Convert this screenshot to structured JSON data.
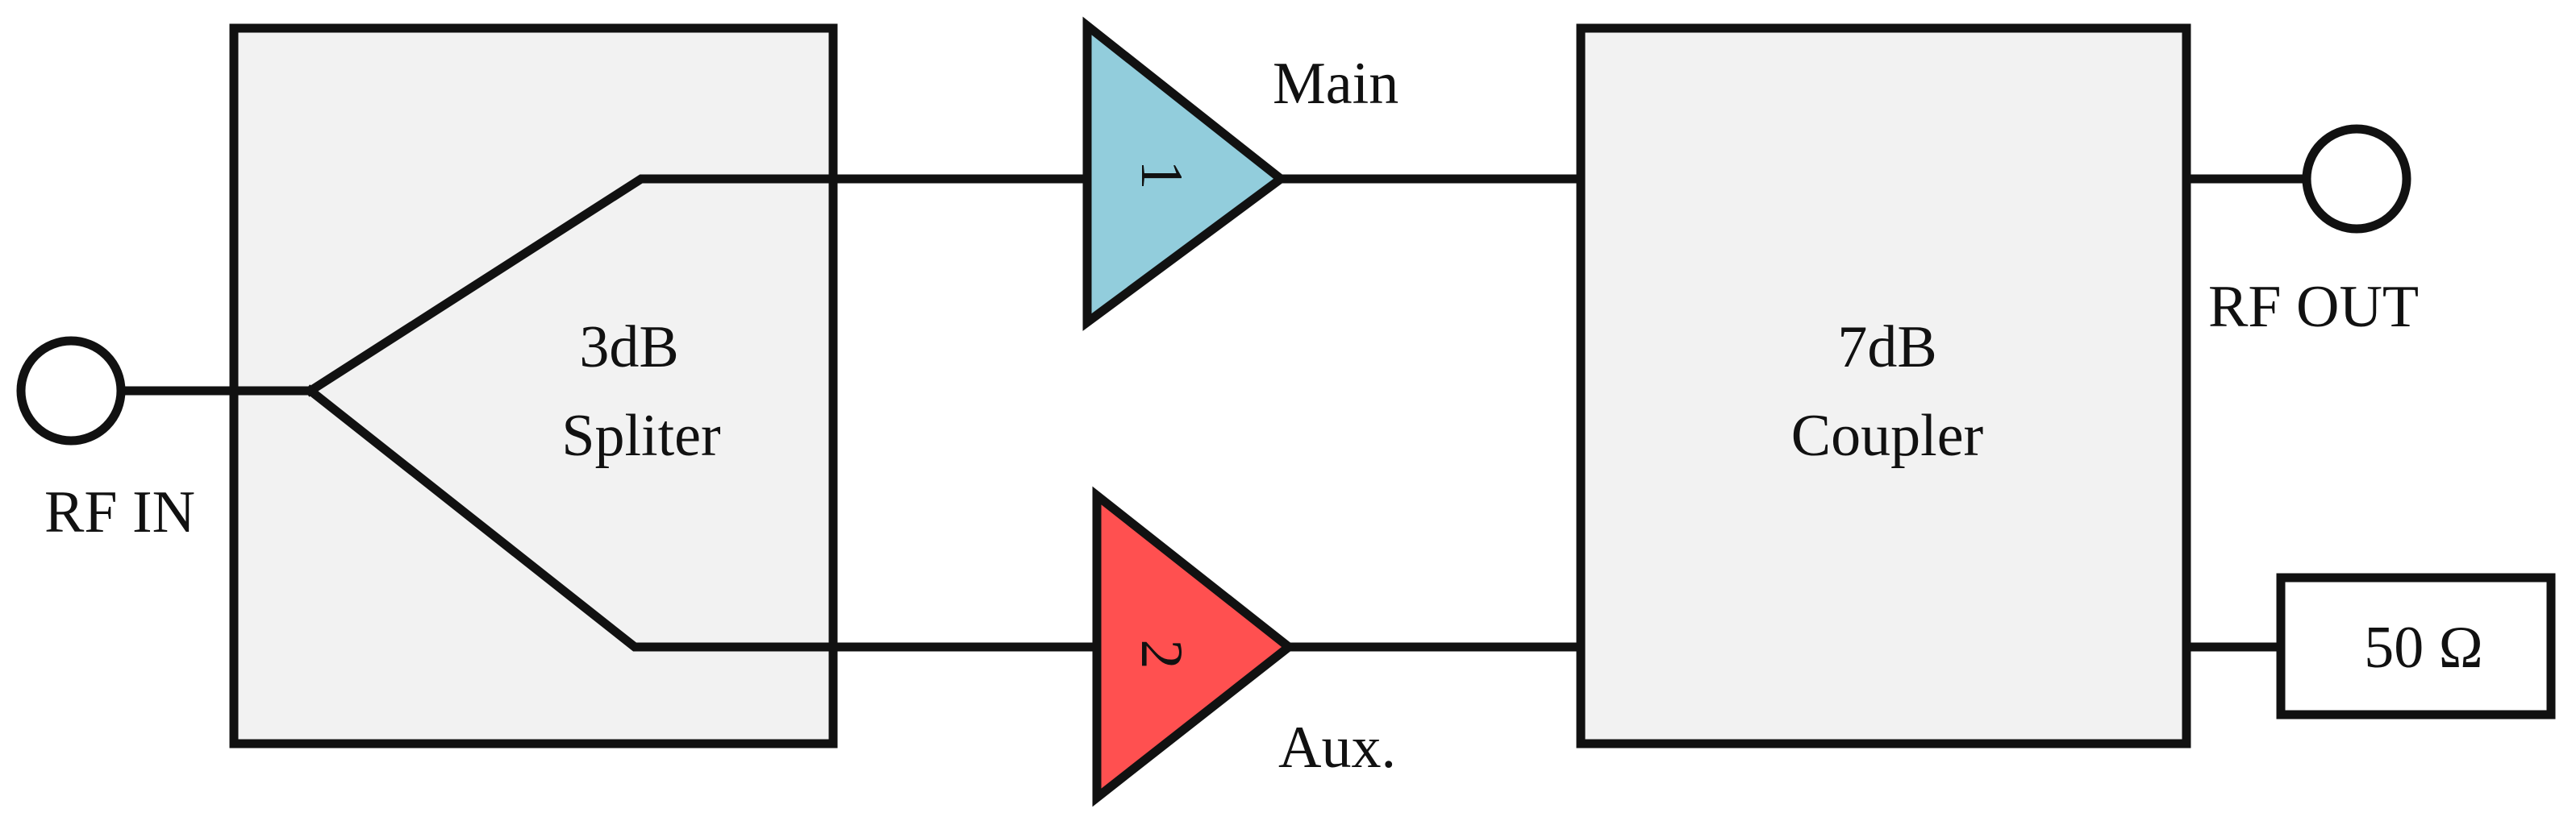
{
  "diagram": {
    "rf_in_label": "RF IN",
    "rf_out_label": "RF OUT",
    "splitter": {
      "line1": "3dB",
      "line2": "Spliter"
    },
    "coupler": {
      "line1": "7dB",
      "line2": "Coupler"
    },
    "main_amp": {
      "label": "Main",
      "number": "1"
    },
    "aux_amp": {
      "label": "Aux.",
      "number": "2"
    },
    "load": {
      "label": "50 Ω"
    }
  },
  "colors": {
    "block_fill": "#f2f2f2",
    "main_amp_fill": "#92cddc",
    "aux_amp_fill": "#ff5050",
    "line": "#111111"
  }
}
